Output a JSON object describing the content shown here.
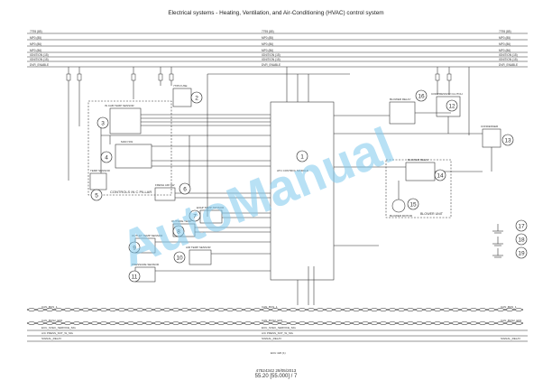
{
  "title": "Electrical systems - Heating, Ventilation, and Air-Conditioning (HVAC) control system",
  "rails": [
    {
      "label": "7795 (85)"
    },
    {
      "label": "MP0 (85)"
    },
    {
      "label": "MP0 (86)"
    },
    {
      "label": "MP0 (86)"
    },
    {
      "label": "IGNITION (15)"
    },
    {
      "label": "IGNITION (15)"
    },
    {
      "label": "DVR_ENABLE"
    }
  ],
  "components": [
    {
      "num": "1",
      "label": "ATC CONTROL MODULE"
    },
    {
      "num": "2",
      "label": "7765 FUSE"
    },
    {
      "num": "3",
      "label": "IN CAB TEMP SENSOR"
    },
    {
      "num": "4",
      "label": "MAIN SW"
    },
    {
      "num": "5",
      "label": "TEMP SENSOR"
    },
    {
      "num": "6",
      "label": "FRESH AIR SW"
    },
    {
      "num": "7",
      "label": "EVAP TEMP SENSOR"
    },
    {
      "num": "8",
      "label": "OUTSIDE TEMP"
    },
    {
      "num": "9",
      "label": "OUTLET TEMP SENSOR"
    },
    {
      "num": "10",
      "label": "AIR TEMP SENSOR"
    },
    {
      "num": "11",
      "label": "PRESSURE SENSOR"
    },
    {
      "num": "12",
      "label": "COMPRESSOR CLUTCH"
    },
    {
      "num": "13",
      "label": "CONDENSER"
    },
    {
      "num": "14",
      "label": "BLOWER RELAY"
    },
    {
      "num": "15",
      "label": "BLOWER MOTOR"
    },
    {
      "num": "16",
      "label": "BLOWER RELAY"
    },
    {
      "num": "17",
      "label": ""
    },
    {
      "num": "18",
      "label": ""
    },
    {
      "num": "19",
      "label": ""
    }
  ],
  "group_labels": {
    "controls_pillar": "CONTROLS IN C PILLAR",
    "blower_unit": "BLOWER UNIT"
  },
  "bus_labels": [
    {
      "left": "CAN_BUS_1",
      "mid": "CAN_BUS_1",
      "right": "CAN_BUS_1"
    },
    {
      "left": "CAN_BUS2_EPA",
      "mid": "CAN_BUS2_EPA",
      "right": "CAN_BUS2_EPA"
    },
    {
      "left": "ECU_SVEC_SERVICE_SIG",
      "mid": "ECU_SVEC_SERVICE_SIG",
      "right": ""
    },
    {
      "left": "A/C PRESS_SNT_W_SIG",
      "mid": "A/C PRESS_SNT_W_SIG",
      "right": ""
    },
    {
      "left": "SIGNAL_RELAY",
      "mid": "SIGNAL_RELAY",
      "right": "SIGNAL_RELAY"
    }
  ],
  "bottom_note": "ECU 420 (1)",
  "footer": {
    "doc": "47524342 29/05/2013",
    "page": "55.20 [55.000] / 7"
  },
  "watermark": "AutoManual",
  "colors": {
    "wire": "#2b2b2b",
    "watermark": "#7ec8ec"
  }
}
